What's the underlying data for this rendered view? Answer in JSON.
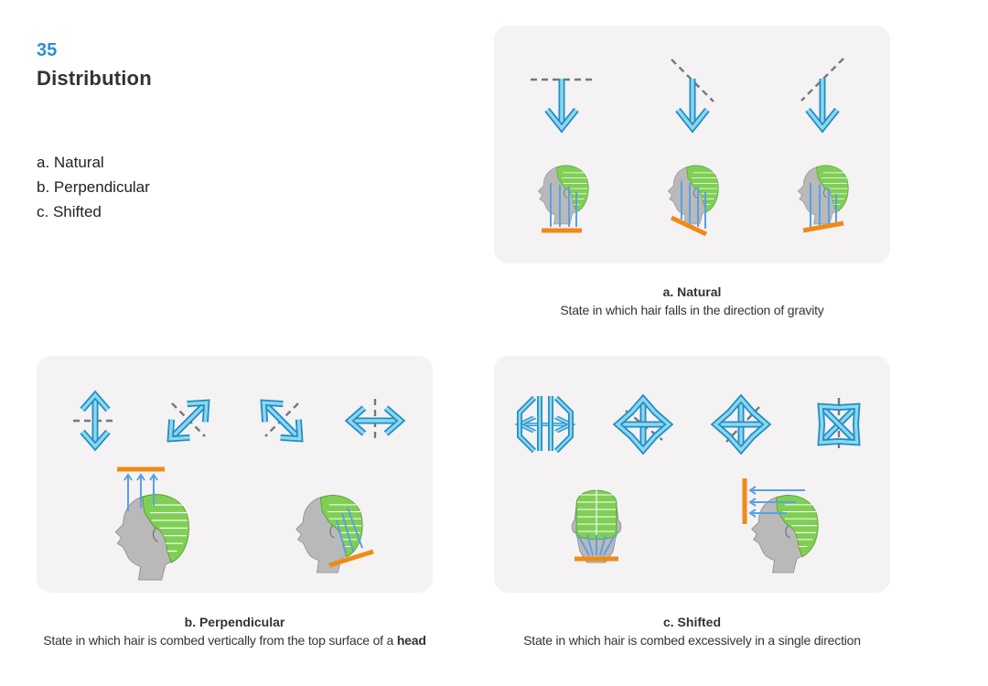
{
  "page": {
    "number": "35",
    "title": "Distribution"
  },
  "legend": [
    "a. Natural",
    "b. Perpendicular",
    "c. Shifted"
  ],
  "panels": {
    "a": {
      "title": "a. Natural",
      "desc": "State in which hair falls in the direction of gravity"
    },
    "b": {
      "title": "b. Perpendicular",
      "desc_before": "State in which hair is combed vertically from the top surface of a ",
      "desc_bold": "head"
    },
    "c": {
      "title": "c. Shifted",
      "desc": "State in which hair is combed excessively in a single direction"
    }
  },
  "colors": {
    "arrow": "#1f8fc4",
    "arrow_fill": "#8fd6ee",
    "guide": "#777777",
    "hair": "#7fcf54",
    "skin": "#b9b9b9",
    "base_line": "#f08a17",
    "comb_arrow": "#5aa0e6",
    "panel_bg": "#f4f2f2",
    "accent_text": "#2c8fd6"
  }
}
